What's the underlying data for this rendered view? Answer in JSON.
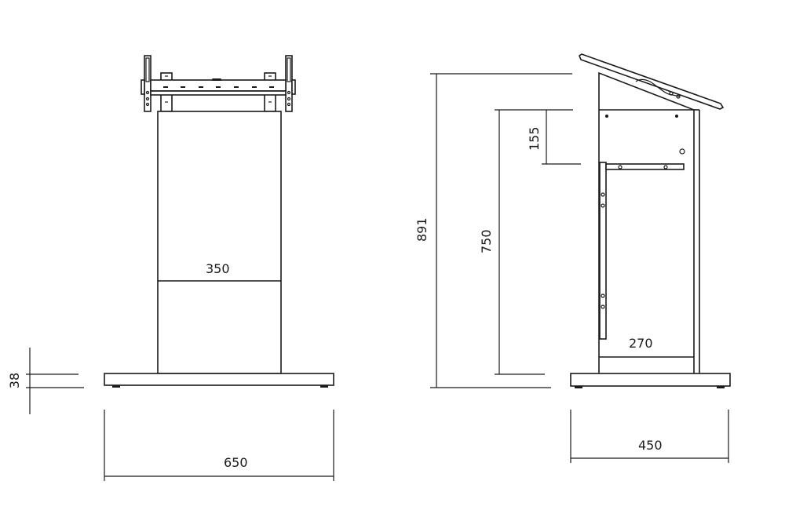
{
  "drawing": {
    "stroke_color": "#1a1a1a",
    "background": "#ffffff",
    "front_view": {
      "dimensions": {
        "column_width": "350",
        "base_width": "650",
        "base_height": "38"
      }
    },
    "side_view": {
      "dimensions": {
        "overall_height": "891",
        "desk_height": "750",
        "top_offset": "155",
        "inner_depth": "270",
        "base_depth": "450"
      }
    }
  }
}
